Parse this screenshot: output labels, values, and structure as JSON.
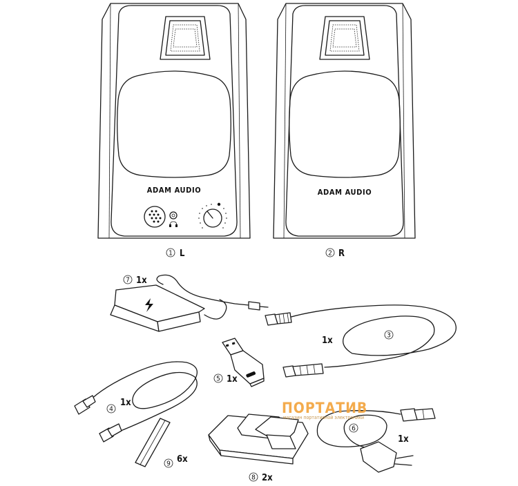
{
  "speakers": {
    "left": {
      "brand": "ADAM AUDIO",
      "number": "1",
      "label": "L"
    },
    "right": {
      "brand": "ADAM AUDIO",
      "number": "2",
      "label": "R"
    }
  },
  "items": [
    {
      "id": "cable-xlr",
      "number": "3",
      "qty": "1x"
    },
    {
      "id": "cable-usb",
      "number": "4",
      "qty": "1x"
    },
    {
      "id": "usb-adapter",
      "number": "5",
      "qty": "1x"
    },
    {
      "id": "power-cord",
      "number": "6",
      "qty": "1x"
    },
    {
      "id": "power-supply",
      "number": "7",
      "qty": "1x"
    },
    {
      "id": "isolation-pads",
      "number": "8",
      "qty": "2x"
    },
    {
      "id": "feet-strips",
      "number": "9",
      "qty": "6x"
    }
  ],
  "watermark": {
    "main": "ПОРТАТИВ",
    "sub": "магазин портативной электроники"
  },
  "colors": {
    "line": "#1a1a1a",
    "watermark": "#f2a23a"
  }
}
